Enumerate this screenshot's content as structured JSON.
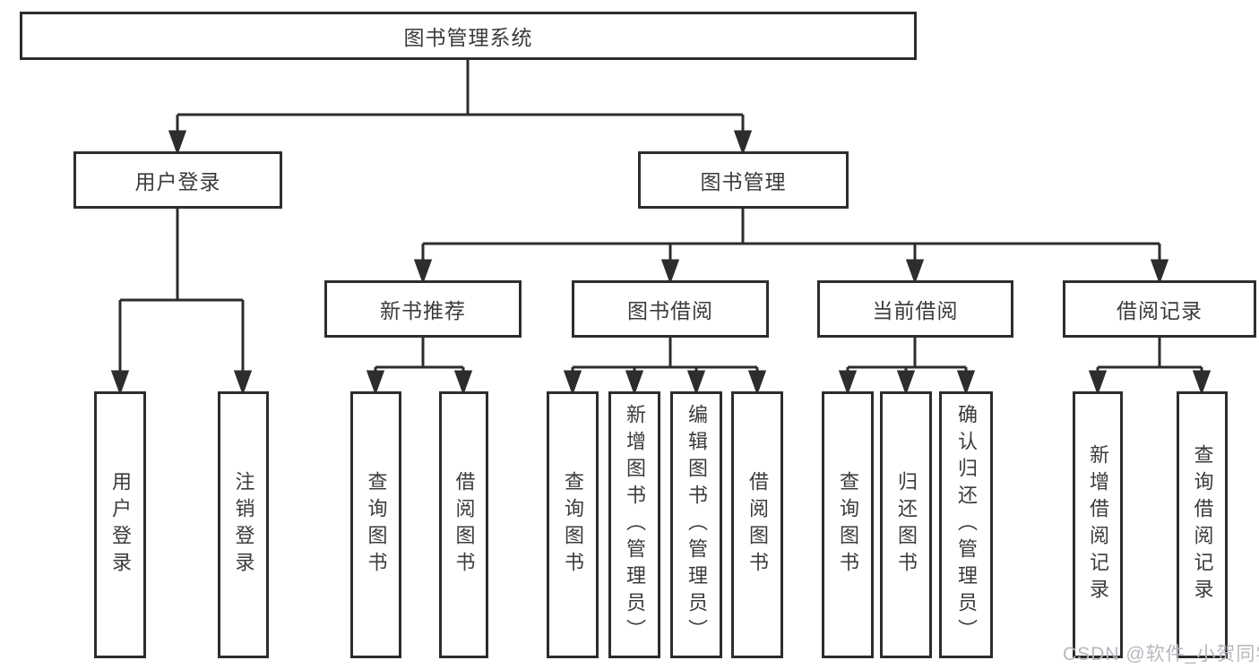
{
  "tree": {
    "root": {
      "label": "图书管理系统"
    },
    "user_login": {
      "label": "用户登录",
      "children": [
        "用户登录",
        "注销登录"
      ]
    },
    "book_mgmt": {
      "label": "图书管理",
      "sections": {
        "new_book_rec": {
          "label": "新书推荐",
          "children": [
            "查询图书",
            "借阅图书"
          ]
        },
        "book_borrow": {
          "label": "图书借阅",
          "children": [
            "查询图书",
            "新增图书（管理员）",
            "编辑图书（管理员）",
            "借阅图书"
          ]
        },
        "current_borrow": {
          "label": "当前借阅",
          "children": [
            "查询图书",
            "归还图书",
            "确认归还（管理员）"
          ]
        },
        "borrow_records": {
          "label": "借阅记录",
          "children": [
            "新增借阅记录",
            "查询借阅记录"
          ]
        }
      }
    }
  },
  "watermark": "CSDN @软件_小贺同学",
  "colors": {
    "line": "#2d2d2d",
    "box_border": "#2d2d2d",
    "text": "#3b3b3b",
    "watermark": "#b5b9bf",
    "background": "#ffffff"
  }
}
